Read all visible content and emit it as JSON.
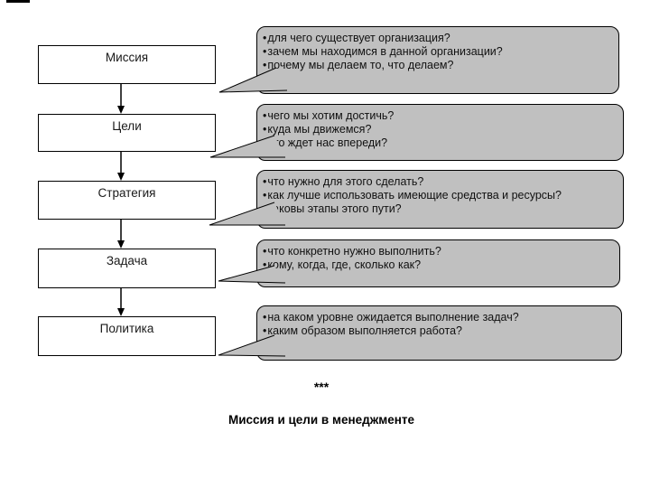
{
  "bullet_char": "•",
  "colors": {
    "bubble_fill": "#c0c0c0",
    "bubble_border": "#000000",
    "bubble_shadow": "#b3b3b3",
    "box_fill": "#ffffff",
    "box_border": "#000000",
    "arrow": "#000000"
  },
  "flow": {
    "rows": [
      {
        "label": "Миссия",
        "bullets": [
          "для чего существует организация?",
          "зачем мы находимся в данной организации?",
          "почему мы делаем то, что делаем?"
        ]
      },
      {
        "label": "Цели",
        "bullets": [
          "чего мы хотим достичь?",
          "куда мы движемся?",
          "что ждет нас впереди?"
        ]
      },
      {
        "label": "Стратегия",
        "bullets": [
          "что нужно для этого сделать?",
          "как лучше использовать имеющие средства и ресурсы?",
          "каковы этапы этого пути?"
        ]
      },
      {
        "label": "Задача",
        "bullets": [
          "что конкретно нужно выполнить?",
          "кому, когда, где, сколько как?"
        ]
      },
      {
        "label": "Политика",
        "bullets": [
          "на каком уровне ожидается выполнение задач?",
          "каким образом выполняется работа?"
        ]
      }
    ]
  },
  "footer": {
    "stars": "***",
    "title": "Миссия и цели в менеджменте"
  }
}
